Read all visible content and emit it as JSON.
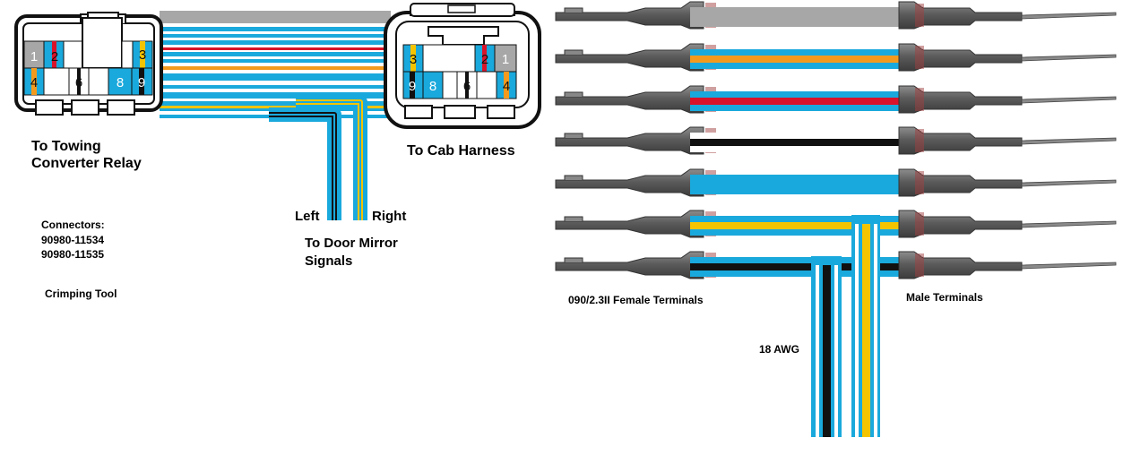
{
  "labels": {
    "towing_relay_line1": "To Towing",
    "towing_relay_line2": "Converter Relay",
    "cab_harness": "To Cab Harness",
    "connectors_heading": "Connectors:",
    "connector_part_1": "90980-11534",
    "connector_part_2": "90980-11535",
    "crimping_tool": "Crimping Tool",
    "left": "Left",
    "right": "Right",
    "door_mirror_line1": "To Door Mirror",
    "door_mirror_line2": "Signals",
    "female_terminals": "090/2.3II Female Terminals",
    "male_terminals": "Male Terminals",
    "wire_gauge": "18 AWG"
  },
  "relay_connector": {
    "top_pins": [
      "1",
      "2",
      "3"
    ],
    "bottom_pins": [
      "4",
      "6",
      "8",
      "9"
    ]
  },
  "cab_connector": {
    "top_pins": [
      "3",
      "2",
      "1"
    ],
    "bottom_pins": [
      "9",
      "8",
      "6",
      "4"
    ]
  },
  "colors": {
    "blue": "#1aa9dc",
    "orange": "#f39a1e",
    "red": "#d8132a",
    "black": "#111111",
    "yellow": "#f5c400",
    "gray": "#a7a7a7",
    "white": "#ffffff",
    "terminal_gray": "#6a6a6a"
  },
  "terminal_rows": [
    {
      "stripe": "gray",
      "base": "gray",
      "tail": "gray"
    },
    {
      "stripe": "orange",
      "base": "blue",
      "tail": "orange"
    },
    {
      "stripe": "red",
      "base": "blue",
      "tail": "red"
    },
    {
      "stripe": "black",
      "base": "white",
      "tail": "black"
    },
    {
      "stripe": "blue",
      "base": "blue",
      "tail": "blue"
    },
    {
      "stripe": "yellow",
      "base": "blue",
      "tail": "yellow"
    },
    {
      "stripe": "black",
      "base": "blue",
      "tail": "black"
    }
  ]
}
